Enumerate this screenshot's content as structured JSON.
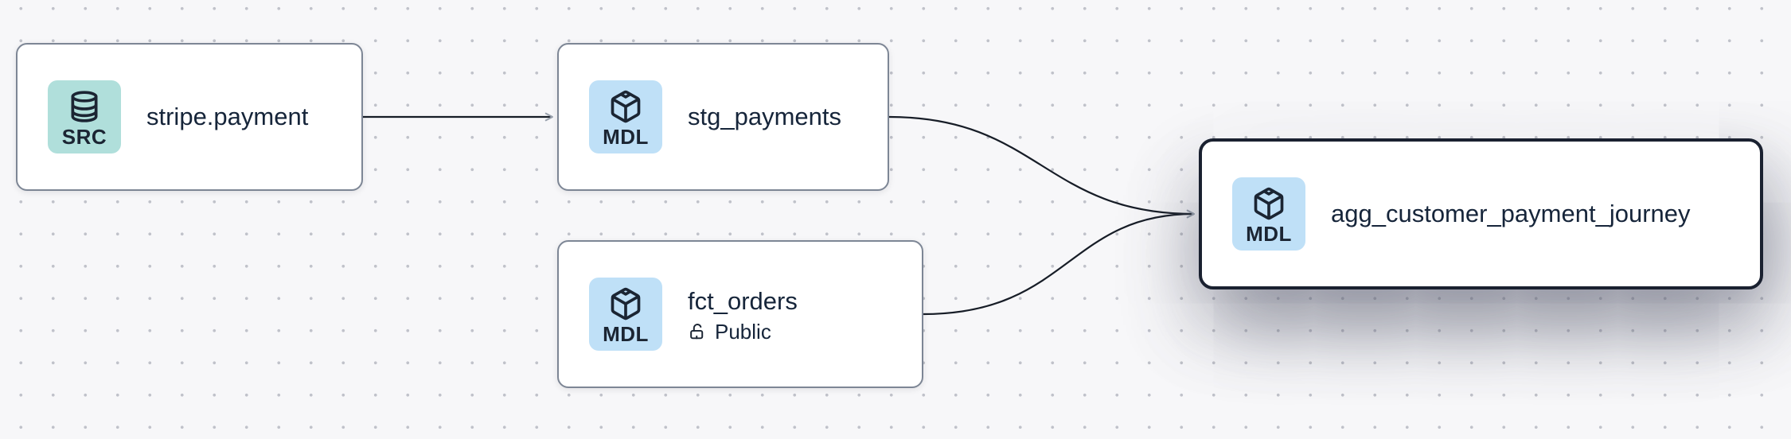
{
  "diagram": {
    "background_color": "#f7f7f9",
    "dot_color": "#c0c2ca",
    "edge_color": "#171d27",
    "arrowhead_color": "#99a1ad",
    "node_border_color": "#7d8695",
    "selected_node_border_color": "#1a2130",
    "text_color": "#16253a",
    "source_tile_color": "#b0dfdb",
    "model_tile_color": "#bfe0f7"
  },
  "nodes": [
    {
      "label": "stripe.payment",
      "badge": "SRC",
      "icon": "database-icon",
      "type": "source",
      "selected": false
    },
    {
      "label": "stg_payments",
      "badge": "MDL",
      "icon": "box-icon",
      "type": "model",
      "selected": false
    },
    {
      "label": "fct_orders",
      "badge": "MDL",
      "icon": "box-icon",
      "type": "model",
      "access": "Public",
      "selected": false
    },
    {
      "label": "agg_customer_payment_journey",
      "badge": "MDL",
      "icon": "box-icon",
      "type": "model",
      "selected": true
    }
  ],
  "edges": [
    {
      "from": "stripe.payment",
      "to": "stg_payments"
    },
    {
      "from": "stg_payments",
      "to": "agg_customer_payment_journey"
    },
    {
      "from": "fct_orders",
      "to": "agg_customer_payment_journey"
    }
  ]
}
